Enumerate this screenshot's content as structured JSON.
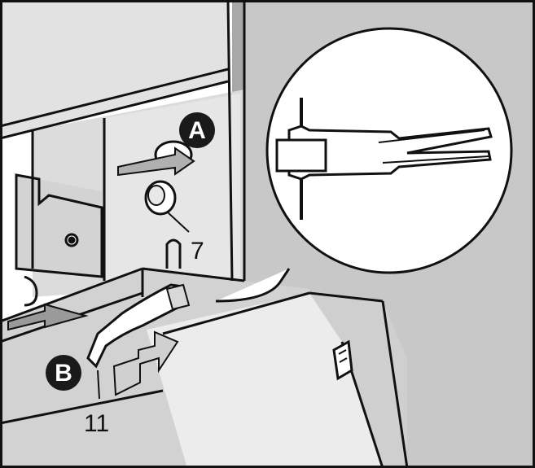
{
  "callouts": {
    "step_a": "A",
    "step_b": "B",
    "part_7": "7",
    "part_11": "11"
  },
  "colors": {
    "line": "#111111",
    "panel_gray": "#c9c9c9",
    "panel_light": "#e4e4e4",
    "panel_mid": "#d6d6d6",
    "badge": "#1a1a1a",
    "arrow_gray": "#9a9a9a",
    "arrow_light": "#d8d8d8"
  },
  "icons": {
    "step_a_badge": "circle-letter-badge",
    "step_b_badge": "circle-letter-badge",
    "release_arrow": "arrow-right-icon",
    "pull_arrow": "arrow-left-icon",
    "push_arrow": "arrow-up-right-icon",
    "detail_magnifier": "magnified-detail-circle"
  }
}
